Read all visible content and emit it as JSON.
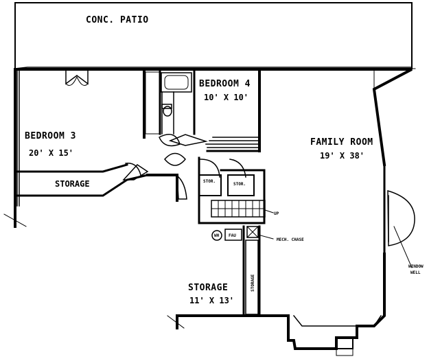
{
  "plan": {
    "rooms": {
      "patio": {
        "name": "CONC. PATIO"
      },
      "bedroom3": {
        "name": "BEDROOM 3",
        "size": "20' X 15'"
      },
      "bedroom4": {
        "name": "BEDROOM 4",
        "size": "10' X 10'"
      },
      "family_room": {
        "name": "FAMILY ROOM",
        "size": "19' X 38'"
      },
      "storage_left": {
        "name": "STORAGE"
      },
      "storage_main": {
        "name": "STORAGE",
        "size": "11' X 13'"
      },
      "storage_vertical": {
        "name": "STORAGE"
      }
    },
    "small_labels": {
      "stor1": "STOR.",
      "stor2": "STOR.",
      "up": "UP",
      "wh": "WH",
      "fau": "FAU",
      "mech_chase": "MECH. CHASE",
      "window_well_1": "WINDOW",
      "window_well_2": "WELL"
    }
  }
}
